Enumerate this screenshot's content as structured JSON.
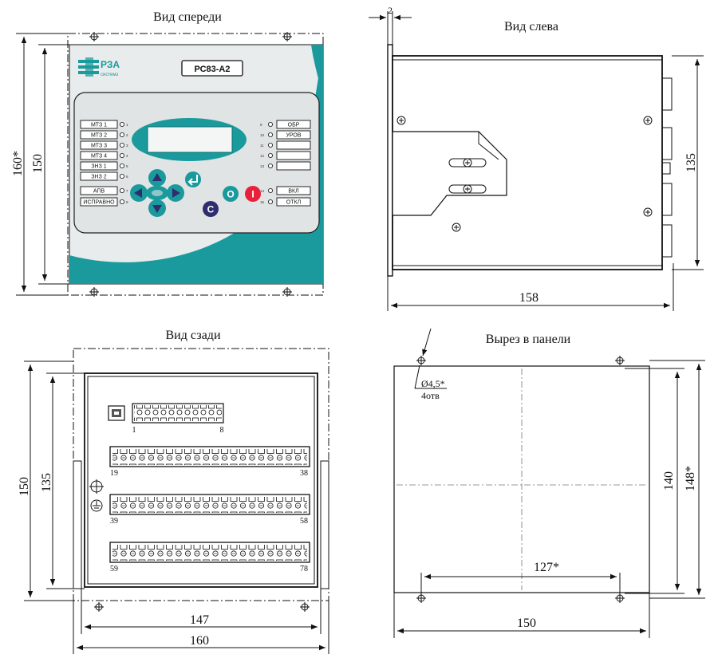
{
  "views": {
    "front": {
      "title": "Вид спереди",
      "logo_text": "РЗА",
      "logo_sub": "системз",
      "model": "РС83-А2",
      "left_leds": [
        {
          "label": "МТЗ 1",
          "num": "1"
        },
        {
          "label": "МТЗ 2",
          "num": "2"
        },
        {
          "label": "МТЗ 3",
          "num": "3"
        },
        {
          "label": "МТЗ 4",
          "num": "4"
        },
        {
          "label": "ЗНЗ 1",
          "num": "5"
        },
        {
          "label": "ЗНЗ 2",
          "num": "6"
        },
        {
          "label": "АПВ",
          "num": "7"
        },
        {
          "label": "ИСПРАВНО",
          "num": "8"
        }
      ],
      "right_leds": [
        {
          "label": "ОБР",
          "num": "9"
        },
        {
          "label": "УРОВ",
          "num": "10"
        },
        {
          "label": "",
          "num": "11"
        },
        {
          "label": "",
          "num": "12"
        },
        {
          "label": "",
          "num": "13"
        },
        {
          "label": "ВКЛ",
          "num": "14"
        },
        {
          "label": "ОТКЛ",
          "num": "15"
        }
      ],
      "buttons": {
        "c": "C",
        "o": "O",
        "i": "I"
      },
      "dims": {
        "overall_height": "160*",
        "inner_height": "150"
      },
      "colors": {
        "panel": "#e8ecec",
        "teal": "#1a9a9c",
        "navy": "#2e2e6e",
        "red": "#e8203a"
      }
    },
    "left": {
      "title": "Вид слева",
      "dims": {
        "flange": "2",
        "height": "135",
        "depth": "158"
      }
    },
    "back": {
      "title": "Вид сзади",
      "connector_top": {
        "start": "1",
        "end": "8"
      },
      "rows": [
        {
          "start": "19",
          "end": "38"
        },
        {
          "start": "39",
          "end": "58"
        },
        {
          "start": "59",
          "end": "78"
        }
      ],
      "dims": {
        "outer_height": "150",
        "inner_height": "135",
        "inner_width": "147",
        "outer_width": "160"
      }
    },
    "cutout": {
      "title": "Вырез в панели",
      "hole_spec": "Ø4,5*",
      "hole_count": "4отв",
      "dims": {
        "hole_spacing_h": "127*",
        "width": "150",
        "hole_spacing_v": "140",
        "height": "148*"
      }
    }
  }
}
